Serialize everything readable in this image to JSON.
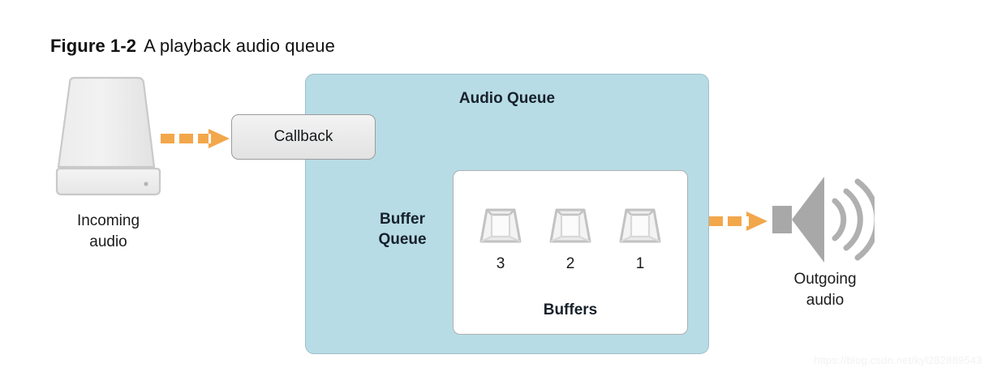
{
  "figure": {
    "label": "Figure 1-2",
    "caption": "A playback audio queue"
  },
  "source": {
    "drive_icon": "hard-drive-icon",
    "speaker_icon": "speaker-icon",
    "label_line1": "Incoming",
    "label_line2": "audio"
  },
  "callback": {
    "label": "Callback"
  },
  "audio_queue": {
    "title": "Audio Queue",
    "buffer_queue_line1": "Buffer",
    "buffer_queue_line2": "Queue",
    "buffers": {
      "caption": "Buffers",
      "items": [
        {
          "number": "3",
          "icon": "open-box-icon"
        },
        {
          "number": "2",
          "icon": "open-box-icon"
        },
        {
          "number": "1",
          "icon": "open-box-icon"
        }
      ]
    }
  },
  "output": {
    "label_line1": "Outgoing",
    "label_line2": "audio"
  },
  "arrows": [
    {
      "name": "arrow-incoming-to-callback",
      "direction": "right",
      "style": "dashed",
      "dashes": 3
    },
    {
      "name": "arrow-queue-to-speaker",
      "direction": "right",
      "style": "dashed",
      "dashes": 2
    }
  ],
  "watermark": {
    "text": "https://blog.csdn.net/kyl282889543"
  },
  "colors": {
    "panel_blue": "#b7dce6",
    "arrow_orange": "#f2a74b",
    "speaker_gray": "#a8a8a8",
    "box_gray": "#c4c4c4",
    "text_dark": "#17212b"
  }
}
